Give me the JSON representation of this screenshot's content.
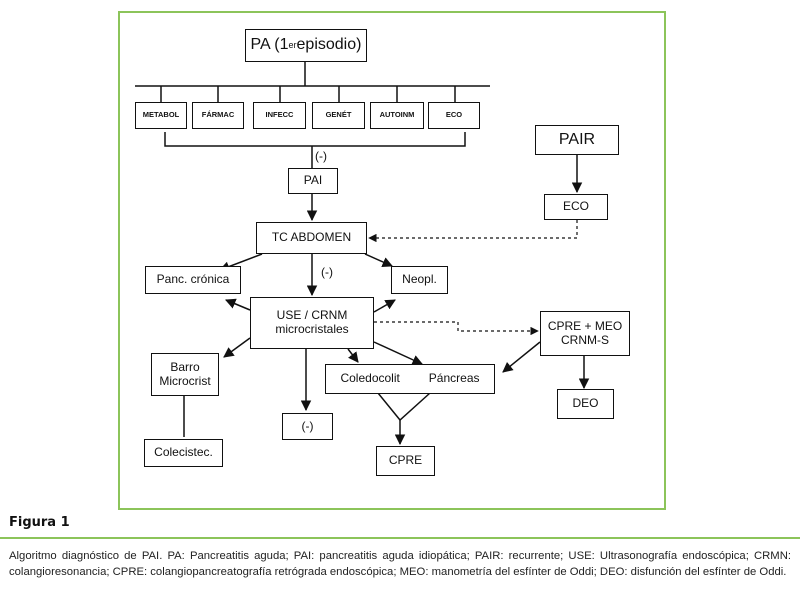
{
  "diagram": {
    "root_label": "PA (1",
    "root_sup": "er",
    "root_label_tail": "episodio)",
    "causes": [
      "METABOL",
      "FÁRMAC",
      "INFECC",
      "GENÉT",
      "AUTOINM",
      "ECO"
    ],
    "neg_1": "(-)",
    "pai": "PAI",
    "pair": "PAIR",
    "eco": "ECO",
    "tc": "TC ABDOMEN",
    "neg_2": "(-)",
    "panc_cronica": "Panc. crónica",
    "neopl": "Neopl.",
    "use_line1": "USE / CRNM",
    "use_line2": "microcristales",
    "cpre_meo_line1": "CPRE + MEO",
    "cpre_meo_line2": "CRNM-S",
    "barro_line1": "Barro",
    "barro_line2": "Microcrist",
    "coledocolit": "Coledocolit",
    "pancreas": "Páncreas",
    "deo": "DEO",
    "neg_3": "(-)",
    "colecistec": "Colecistec.",
    "cpre": "CPRE"
  },
  "figure": {
    "title": "Figura 1",
    "caption": "Algoritmo diagnóstico de PAI. PA: Pancreatitis aguda; PAI: pancreatitis aguda idiopática; PAIR: recurrente; USE: Ultrasonografía endoscópica; CRMN: colangioresonancia; CPRE: colangiopancreatografía retrógrada endoscópica; MEO: manometría del esfínter de Oddi; DEO: disfunción del esfínter de Oddi.",
    "border_color": "#8cc45a"
  }
}
